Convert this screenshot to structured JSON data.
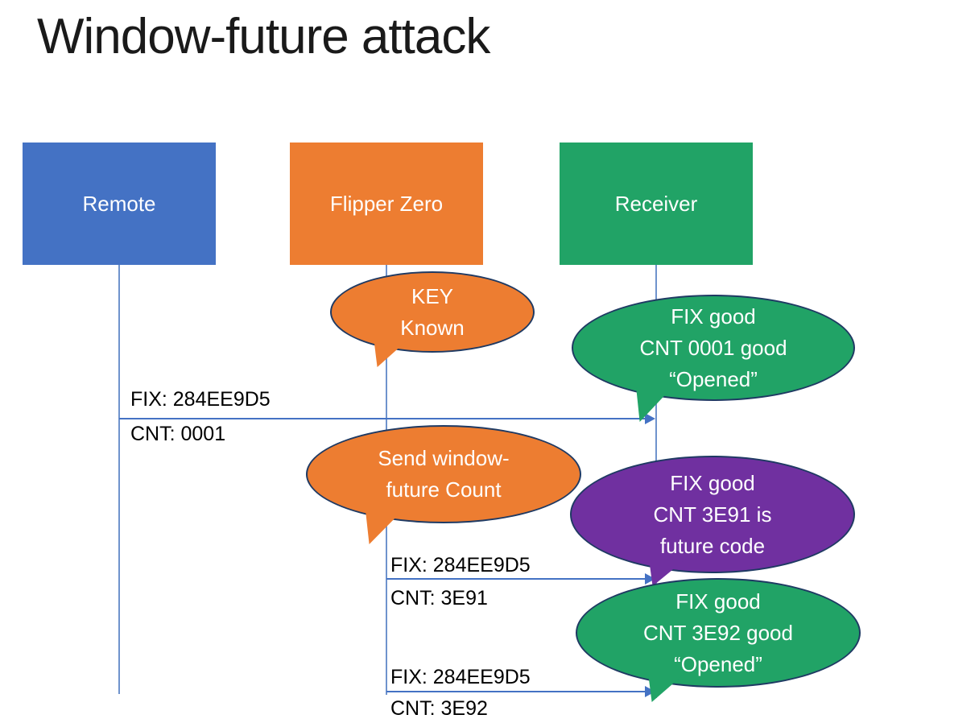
{
  "title": "Window-future attack",
  "actors": [
    {
      "label": "Remote",
      "color": "#4472C4"
    },
    {
      "label": "Flipper Zero",
      "color": "#ED7D31"
    },
    {
      "label": "Receiver",
      "color": "#21A366"
    }
  ],
  "messages": [
    {
      "from": "Remote",
      "to": "Receiver",
      "fix": "FIX: 284EE9D5",
      "cnt": "CNT: 0001"
    },
    {
      "from": "Flipper Zero",
      "to": "Receiver",
      "fix": "FIX: 284EE9D5",
      "cnt": "CNT: 3E91"
    },
    {
      "from": "Flipper Zero",
      "to": "Receiver",
      "fix": "FIX: 284EE9D5",
      "cnt": "CNT: 3E92"
    }
  ],
  "callouts": [
    {
      "speaker": "Flipper Zero",
      "color": "#ED7D31",
      "lines": [
        "KEY",
        "Known"
      ]
    },
    {
      "speaker": "Receiver",
      "color": "#21A366",
      "lines": [
        "FIX good",
        "CNT 0001 good",
        "“Opened”"
      ]
    },
    {
      "speaker": "Flipper Zero",
      "color": "#ED7D31",
      "lines": [
        "Send window-",
        "future Count"
      ]
    },
    {
      "speaker": "Receiver",
      "color": "#7030A0",
      "lines": [
        "FIX good",
        "CNT 3E91 is",
        "future code"
      ]
    },
    {
      "speaker": "Receiver",
      "color": "#21A366",
      "lines": [
        "FIX good",
        "CNT 3E92 good",
        "“Opened”"
      ]
    }
  ],
  "colors": {
    "connector": "#4472C4",
    "callout_outline": "#1f3a63",
    "text_on_fill": "#ffffff",
    "label_text": "#000000"
  }
}
